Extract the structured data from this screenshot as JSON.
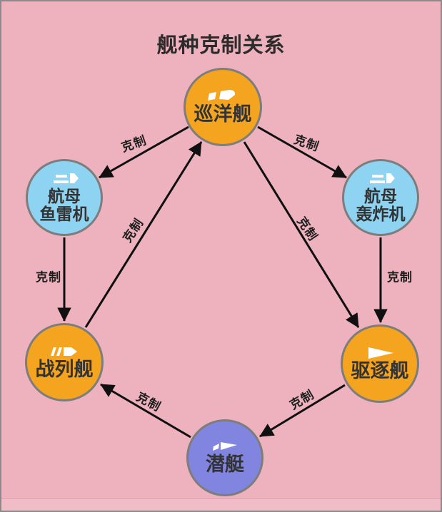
{
  "title": "舰种克制关系",
  "relation_label": "克制",
  "colors": {
    "background": "#EDB2BD",
    "node_orange": "#F4A41F",
    "node_blue": "#8ED4F2",
    "node_purple": "#8185DF",
    "node_border": "#7D7D7D",
    "arrow": "#101010"
  },
  "nodes": [
    {
      "id": "cruiser",
      "label": "巡洋舰",
      "color": "#F4A41F",
      "icon": "cruiser-ship-icon"
    },
    {
      "id": "carrier-torpedo-plane",
      "label_line1": "航母",
      "label_line2": "鱼雷机",
      "color": "#8ED4F2",
      "icon": "carrier-plane-icon"
    },
    {
      "id": "carrier-bomber",
      "label_line1": "航母",
      "label_line2": "轰炸机",
      "color": "#8ED4F2",
      "icon": "carrier-plane-icon"
    },
    {
      "id": "battleship",
      "label": "战列舰",
      "color": "#F4A41F",
      "icon": "battleship-ship-icon"
    },
    {
      "id": "destroyer",
      "label": "驱逐舰",
      "color": "#F4A41F",
      "icon": "destroyer-ship-icon"
    },
    {
      "id": "submarine",
      "label": "潜艇",
      "color": "#8185DF",
      "icon": "submarine-ship-icon"
    }
  ],
  "edges": [
    {
      "from": "巡洋舰",
      "to": "航母鱼雷机",
      "label": "克制"
    },
    {
      "from": "巡洋舰",
      "to": "航母轰炸机",
      "label": "克制"
    },
    {
      "from": "战列舰",
      "to": "巡洋舰",
      "label": "克制"
    },
    {
      "from": "巡洋舰",
      "to": "驱逐舰",
      "label": "克制"
    },
    {
      "from": "航母鱼雷机",
      "to": "战列舰",
      "label": "克制"
    },
    {
      "from": "航母轰炸机",
      "to": "驱逐舰",
      "label": "克制"
    },
    {
      "from": "潜艇",
      "to": "战列舰",
      "label": "克制"
    },
    {
      "from": "驱逐舰",
      "to": "潜艇",
      "label": "克制"
    }
  ]
}
